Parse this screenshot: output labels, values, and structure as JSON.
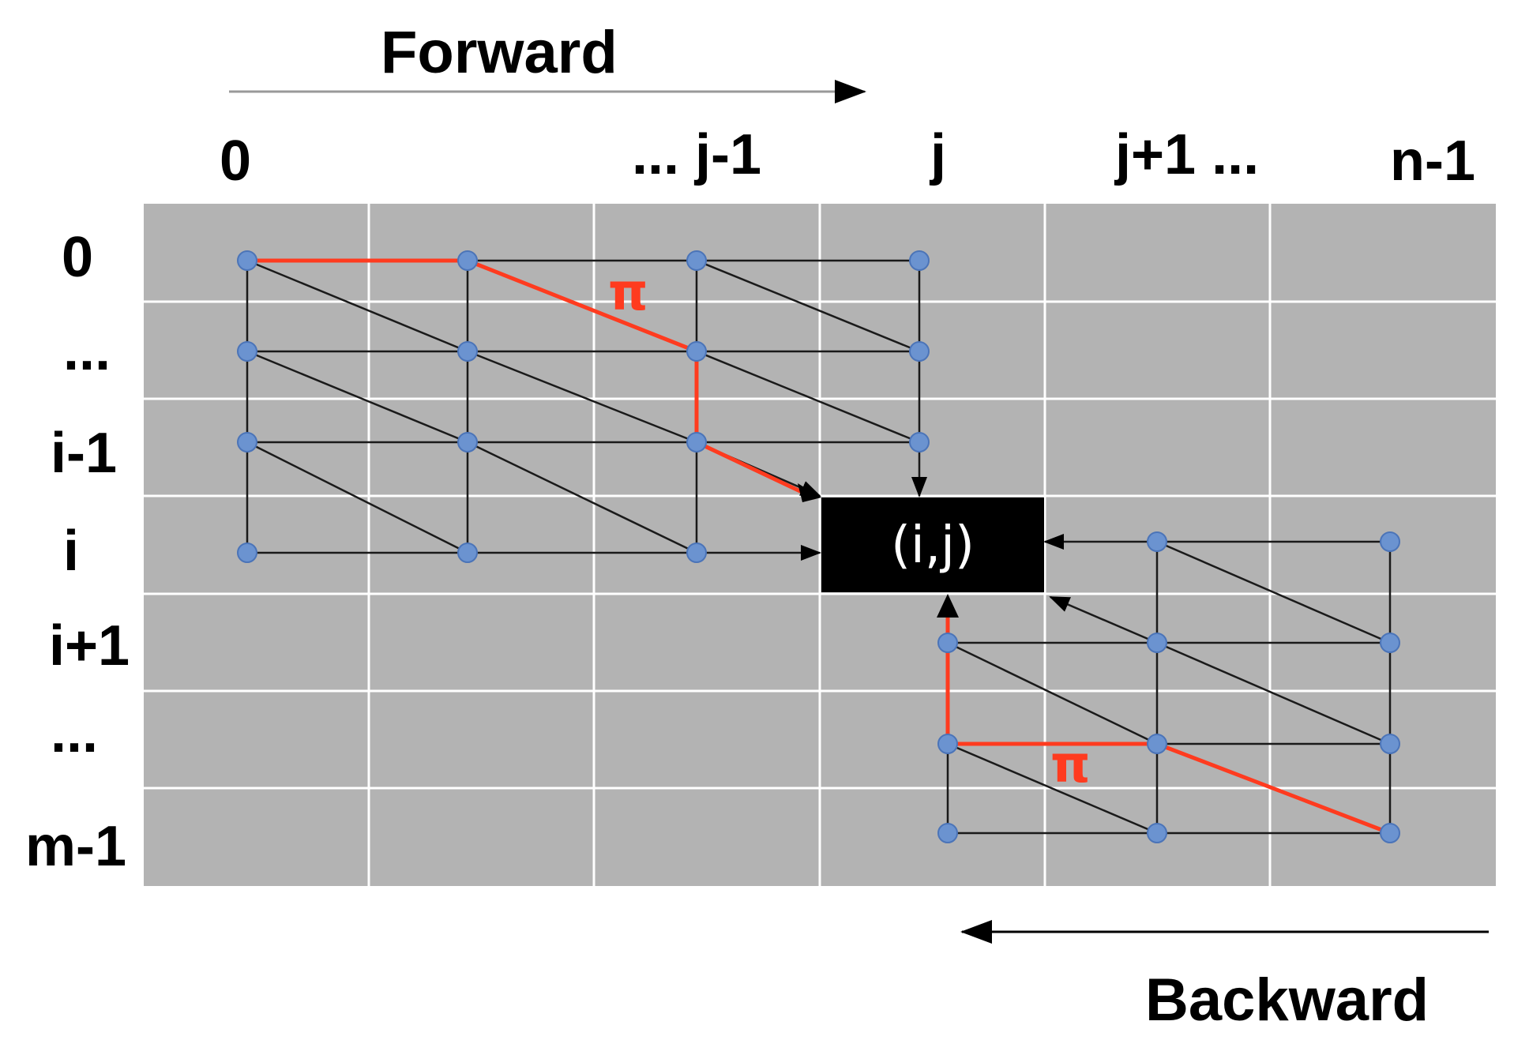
{
  "labels": {
    "forward": "Forward",
    "backward": "Backward",
    "cell": "(i,j)",
    "pi": "π"
  },
  "column_labels": [
    "0",
    "... j-1",
    "j",
    "j+1 ...",
    "n-1"
  ],
  "row_labels": [
    "0",
    "...",
    "i-1",
    "i",
    "i+1",
    "...",
    "m-1"
  ],
  "colors": {
    "grid_background": "#b3b3b3",
    "grid_lines": "#ffffff",
    "node": "#6b93d0",
    "path": "#ff3b1f",
    "cell_highlight": "#000000"
  }
}
